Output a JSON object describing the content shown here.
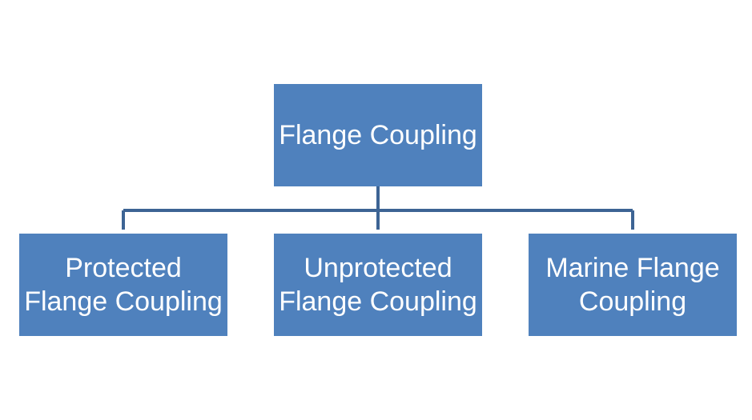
{
  "diagram": {
    "root": {
      "label": "Flange Coupling"
    },
    "children": [
      {
        "label": "Protected\nFlange Coupling"
      },
      {
        "label": "Unprotected\nFlange Coupling"
      },
      {
        "label": "Marine Flange\nCoupling"
      }
    ]
  },
  "colors": {
    "box_fill": "#4f81bd",
    "connector": "#3d6494",
    "text": "#ffffff"
  }
}
